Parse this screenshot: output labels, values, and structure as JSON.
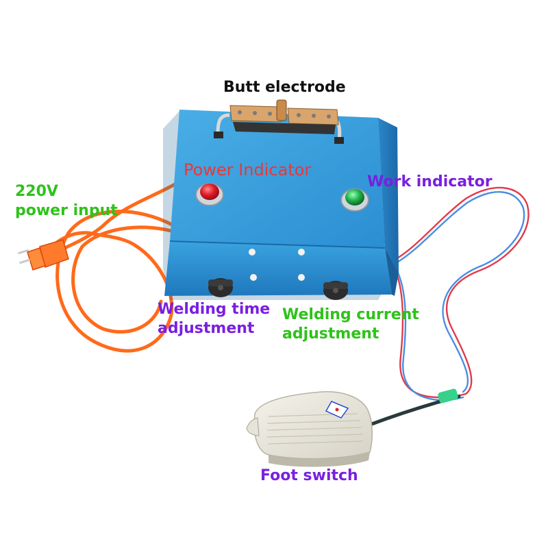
{
  "labels": {
    "butt_electrode": "Butt electrode",
    "power_indicator": "Power Indicator",
    "work_indicator": "Work indicator",
    "power_input_line1": "220V",
    "power_input_line2": "power input",
    "welding_time_line1": "Welding time",
    "welding_time_line2": "adjustment",
    "welding_current_line1": "Welding current",
    "welding_current_line2": "adjustment",
    "foot_switch": "Foot switch"
  },
  "colors": {
    "black_label": "#111111",
    "red_label": "#e8383a",
    "purple_label": "#7a1fe0",
    "green_label": "#2fc21a",
    "box_blue": "#2f93d4",
    "cord_orange": "#ff6a1a",
    "led_red": "#e01a2a",
    "led_green": "#1fb34a"
  }
}
